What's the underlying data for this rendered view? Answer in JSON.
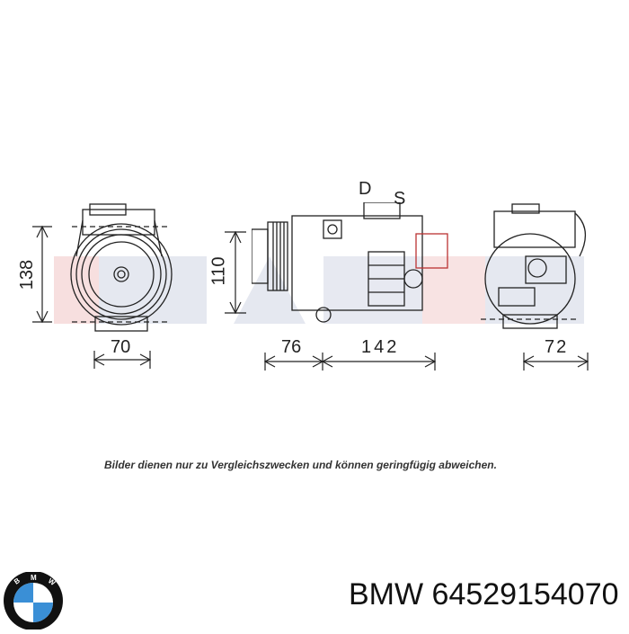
{
  "diagram": {
    "title": "AC compressor dimensional drawing",
    "views": [
      {
        "name": "front-view",
        "dimensions": {
          "height": "138",
          "width": "70"
        }
      },
      {
        "name": "side-view",
        "labels": [
          "D",
          "S"
        ],
        "dimensions": {
          "height": "110",
          "pulley_length": "76",
          "body_length": "142"
        }
      },
      {
        "name": "rear-view",
        "dimensions": {
          "width": "72"
        }
      }
    ],
    "watermark_color": "#d8dce8",
    "watermark_accent": "#f2c9c9"
  },
  "labels": {
    "dim_138": "138",
    "dim_70": "70",
    "dim_110": "110",
    "dim_76": "76",
    "dim_142": "142",
    "dim_72": "72",
    "port_d": "D",
    "port_s": "S"
  },
  "caption": "Bilder dienen nur zu Vergleichszwecken und können geringfügig abweichen.",
  "footer": {
    "brand_logo": "bmw-logo",
    "logo_letters": "BMW",
    "part_number_text": "BMW 64529154070",
    "brand": "BMW",
    "part_number": "64529154070"
  }
}
